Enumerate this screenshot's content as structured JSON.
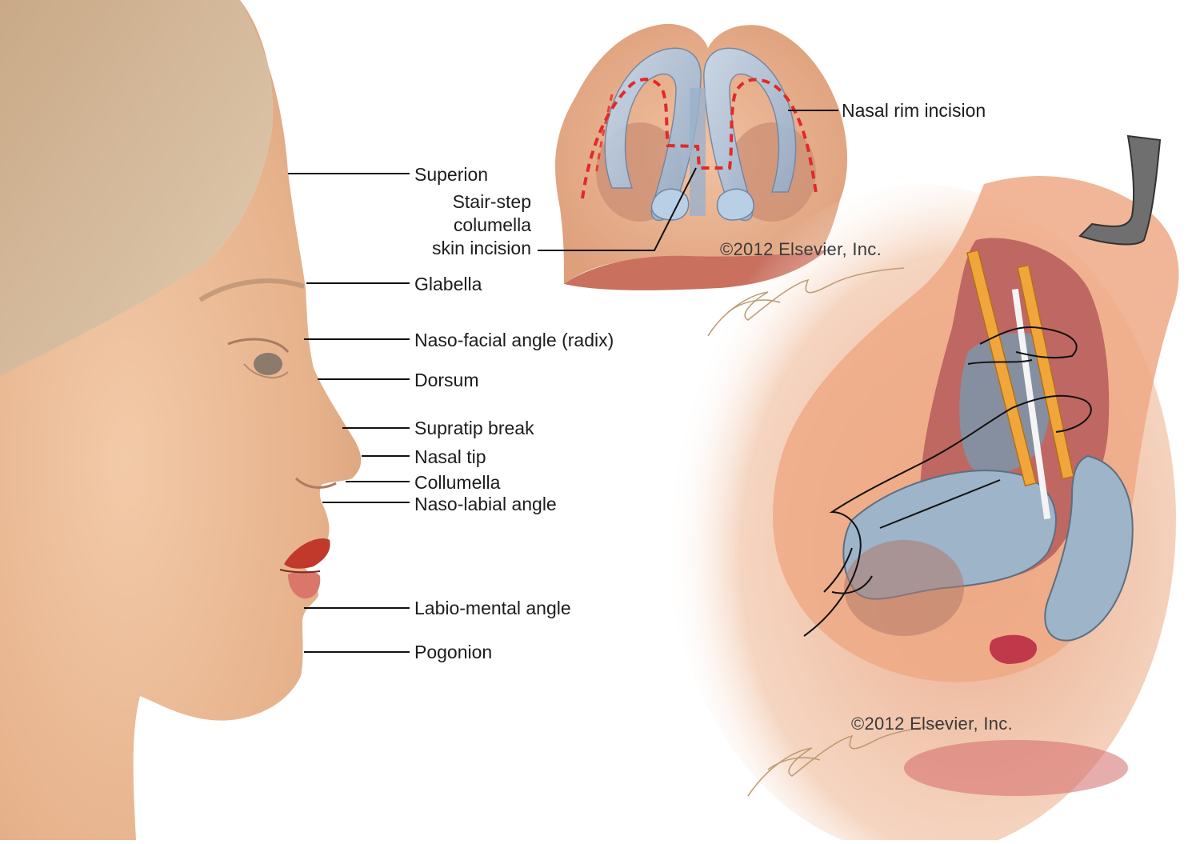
{
  "labels": {
    "superion": "Superion",
    "stair_step_line1": "Stair-step",
    "stair_step_line2": "columella",
    "stair_step_line3": "skin incision",
    "glabella": "Glabella",
    "nasofacial": "Naso-facial angle (radix)",
    "dorsum": "Dorsum",
    "supratip": "Supratip break",
    "nasal_tip": "Nasal tip",
    "collumella": "Collumella",
    "nasolabial": "Naso-labial angle",
    "labiomental": "Labio-mental angle",
    "pogonion": "Pogonion",
    "nasal_rim": "Nasal rim incision"
  },
  "copyright": {
    "top": "©2012 Elsevier, Inc.",
    "bottom": "©2012 Elsevier, Inc."
  },
  "colors": {
    "skin": "#e9b894",
    "hair": "#d2b89a",
    "cartilage": "#b9cfe6",
    "incision": "#e02a2a",
    "graft": "#f0a63a",
    "tissue": "#b65a5a",
    "lip": "#c0392b"
  }
}
